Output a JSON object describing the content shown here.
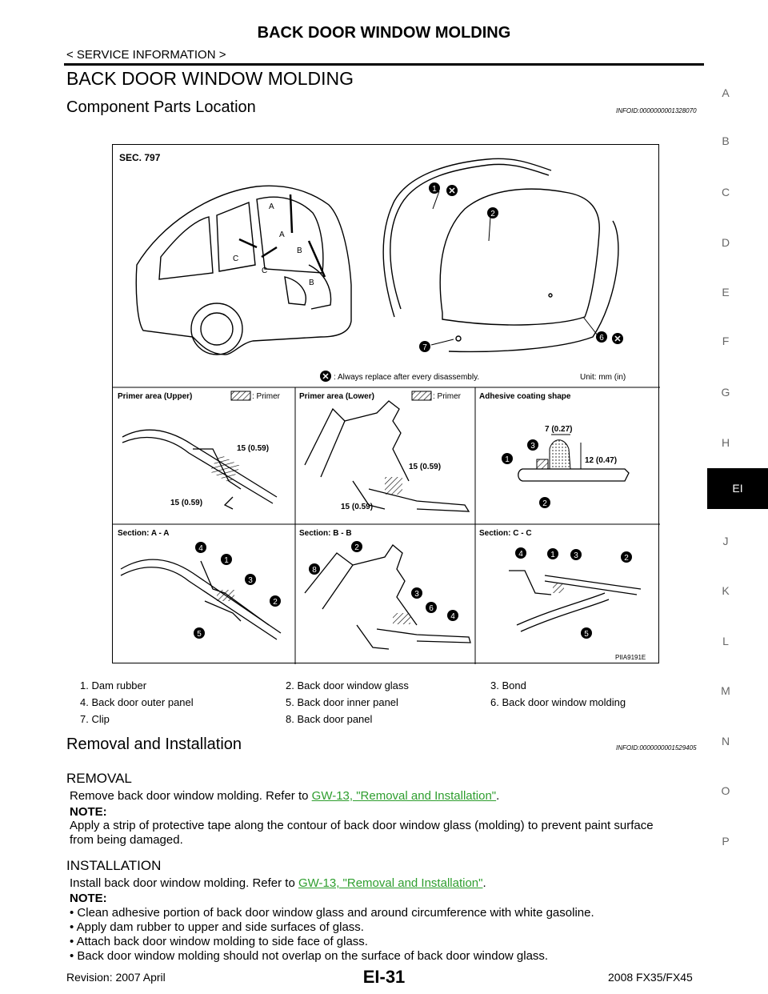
{
  "header": {
    "title": "BACK DOOR WINDOW MOLDING",
    "subtitle": "< SERVICE INFORMATION >"
  },
  "section_title": "BACK DOOR WINDOW MOLDING",
  "component": {
    "heading": "Component Parts Location",
    "info_id": "INFOID:0000000001328070"
  },
  "figure": {
    "sec_label": "SEC. 797",
    "replace_note": ": Always replace after every disassembly.",
    "unit_note": "Unit: mm (in)",
    "fig_id": "PIIA9191E",
    "panels": {
      "primer_upper": "Primer area (Upper)",
      "primer_lower": "Primer area (Lower)",
      "adhesive": "Adhesive coating shape",
      "section_a": "Section: A - A",
      "section_b": "Section: B - B",
      "section_c": "Section: C - C",
      "primer_key": ": Primer"
    },
    "dims": {
      "d15": "15 (0.59)",
      "d7": "7 (0.27)",
      "d12": "12 (0.47)"
    },
    "section_marks": {
      "a": "A",
      "b": "B",
      "c": "C"
    }
  },
  "legend": [
    "1.  Dam rubber",
    "2.  Back door window glass",
    "3.  Bond",
    "4.  Back door outer panel",
    "5.  Back door inner panel",
    "6.  Back door window molding",
    "7.  Clip",
    "8.  Back door panel"
  ],
  "removal": {
    "heading": "Removal and Installation",
    "info_id": "INFOID:0000000001529405",
    "sub_heading": "REMOVAL",
    "text": "Remove back door window molding. Refer to",
    "link": "GW-13, \"Removal and Installation\"",
    "note_label": "NOTE:",
    "note_line1": "Apply a strip of protective tape along the contour of back door window glass (molding) to prevent paint surface",
    "note_line2": "from being damaged."
  },
  "installation": {
    "sub_heading": "INSTALLATION",
    "text": "Install back door window molding. Refer to",
    "link": "GW-13, \"Removal and Installation\"",
    "note_label": "NOTE:",
    "bullets": [
      "Clean adhesive portion of back door window glass and around circumference with white gasoline.",
      "Apply dam rubber to upper and side surfaces of glass.",
      "Attach back door window molding to side face of glass.",
      "Back door window molding should not overlap on the surface of back door window glass."
    ]
  },
  "side_index": [
    "A",
    "B",
    "C",
    "D",
    "E",
    "F",
    "G",
    "H",
    "EI",
    "J",
    "K",
    "L",
    "M",
    "N",
    "O",
    "P"
  ],
  "footer": {
    "revision": "Revision: 2007 April",
    "page": "EI-31",
    "model": "2008 FX35/FX45"
  }
}
